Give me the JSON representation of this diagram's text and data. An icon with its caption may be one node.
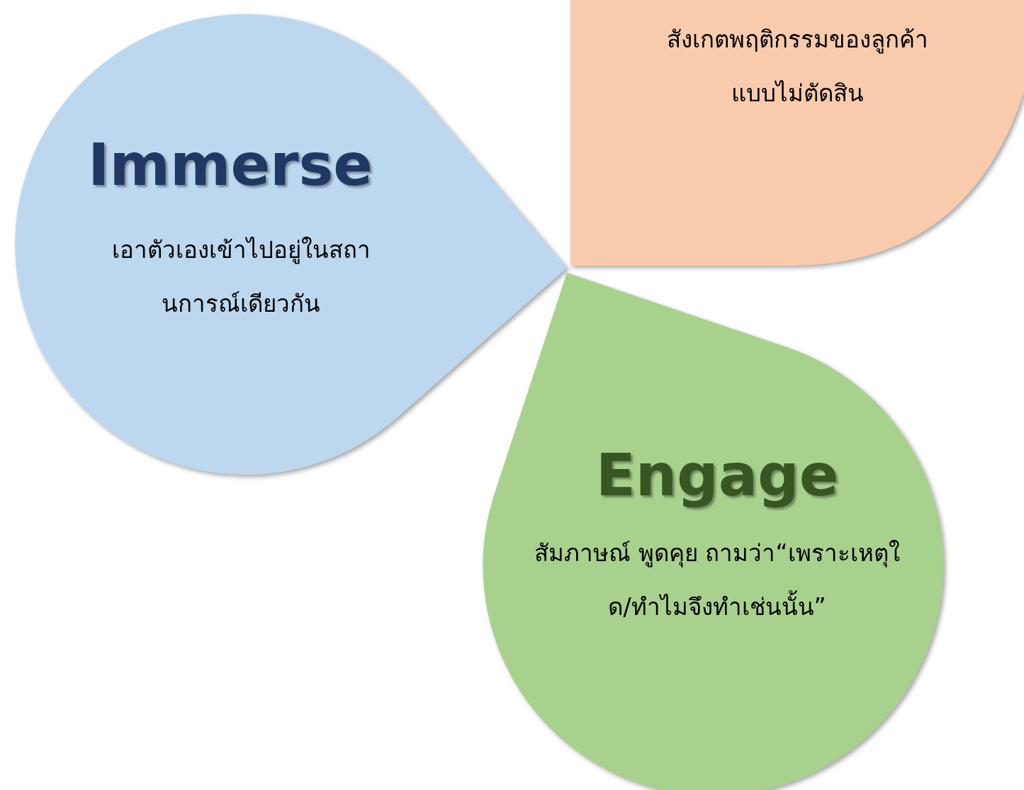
{
  "diagram": {
    "nodes": [
      {
        "text": [
          "Immerse",
          "เอาตัวเองเข้าไปอยู่ในสถานการณ์เดียวกัน"
        ]
      },
      {
        "text": [
          "สังเกตพฤติกรรมของลูกค้า แบบไม่ตัดสิน"
        ]
      },
      {
        "text": [
          "Engage",
          "สัมภาษณ์ พูดคุย ถามว่า“เพราะเหตุใด/ทำไมจึงทำเช่นนั้น”"
        ]
      }
    ]
  }
}
